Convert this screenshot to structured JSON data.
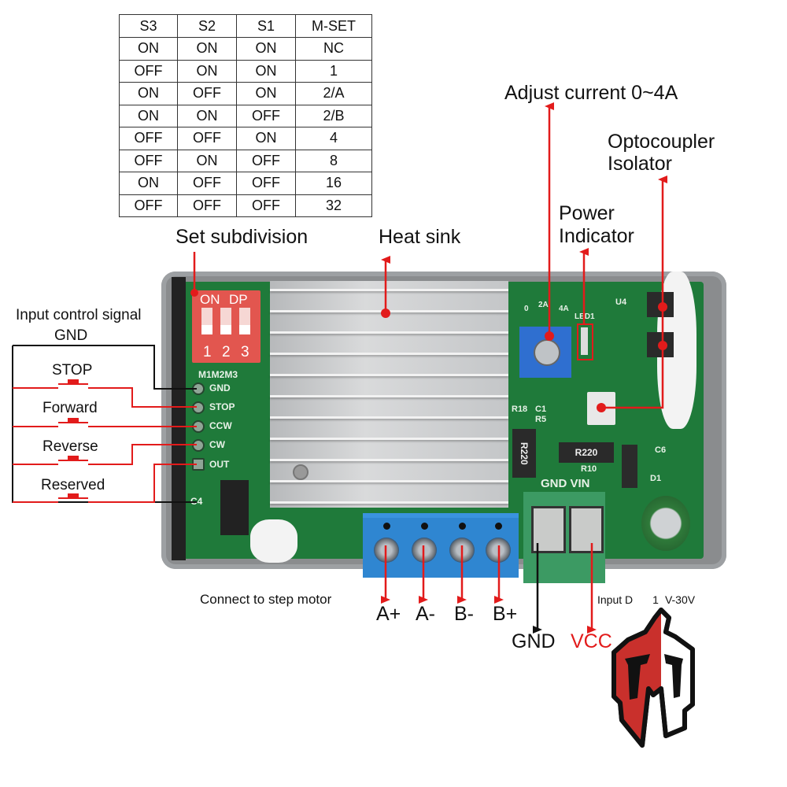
{
  "subdivision_table": {
    "headers": [
      "S3",
      "S2",
      "S1",
      "M-SET"
    ],
    "rows": [
      [
        "ON",
        "ON",
        "ON",
        "NC"
      ],
      [
        "OFF",
        "ON",
        "ON",
        "1"
      ],
      [
        "ON",
        "OFF",
        "ON",
        "2/A"
      ],
      [
        "ON",
        "ON",
        "OFF",
        "2/B"
      ],
      [
        "OFF",
        "OFF",
        "ON",
        "4"
      ],
      [
        "OFF",
        "ON",
        "OFF",
        "8"
      ],
      [
        "ON",
        "OFF",
        "OFF",
        "16"
      ],
      [
        "OFF",
        "OFF",
        "OFF",
        "32"
      ]
    ]
  },
  "callouts": {
    "set_subdivision": "Set subdivision",
    "heat_sink": "Heat sink",
    "adjust_current": "Adjust current 0~4A",
    "optocoupler_line1": "Optocoupler",
    "optocoupler_line2": "Isolator",
    "power_line1": "Power",
    "power_line2": "Indicator",
    "input_control_signal": "Input control signal",
    "input_gnd": "GND",
    "connect_motor": "Connect to step motor",
    "input_dc": "Input D",
    "input_dc_tail": "V-30V",
    "input_dc_mid": "1",
    "gnd_label": "GND",
    "vcc_label": "VCC"
  },
  "switches": [
    {
      "label": "STOP"
    },
    {
      "label": "Forward"
    },
    {
      "label": "Reverse"
    },
    {
      "label": "Reserved"
    }
  ],
  "motor_terminals": [
    "A+",
    "A-",
    "B-",
    "B+"
  ],
  "board": {
    "dip_on": "ON",
    "dip_dp": "DP",
    "dip_numbers": [
      "1",
      "2",
      "3"
    ],
    "m_labels": "M1M2M3",
    "pins": [
      "GND",
      "STOP",
      "CCW",
      "CW",
      "OUT"
    ],
    "pot_scale": {
      "low": "0",
      "mid": "2A",
      "high": "4A"
    },
    "led_label": "LED1",
    "power_terminal_label": "GND VIN",
    "resistor_r220": "R220",
    "ref_r10": "R10",
    "ref_r18": "R18",
    "ref_c1": "C1",
    "ref_r5": "R5",
    "ref_c6": "C6",
    "ref_d1": "D1",
    "ref_u4": "U4",
    "ref_c4": "C4"
  },
  "colors": {
    "accent_red": "#e21b1b",
    "wire_black": "#111111",
    "pcb_green": "#1f7a3a",
    "dip_red": "#e2564f",
    "terminal_blue": "#2f86d1",
    "terminal_green": "#3c9a63",
    "vcc_text": "#e21b1b"
  },
  "logo": {
    "name": "spartan-helmet-logo"
  }
}
